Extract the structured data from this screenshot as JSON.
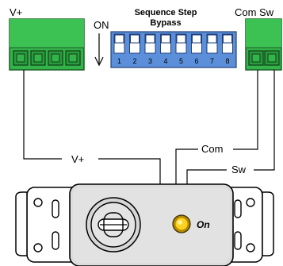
{
  "labels": {
    "vplus_terminal": "V+",
    "com_sw_terminal": "Com Sw",
    "on": "ON",
    "title_line1": "Sequence Step",
    "title_line2": "Bypass",
    "wire_vplus": "V+",
    "wire_com": "Com",
    "wire_sw": "Sw",
    "indicator": "On"
  },
  "dip_switch": {
    "numbers": [
      "1",
      "2",
      "3",
      "4",
      "5",
      "6",
      "7",
      "8"
    ]
  },
  "colors": {
    "terminal_green": "#34b34a",
    "dip_body_blue": "#5b8fd9",
    "switch_body_gray": "#dcdcdc",
    "indicator_yellow": "#ffd21f"
  }
}
